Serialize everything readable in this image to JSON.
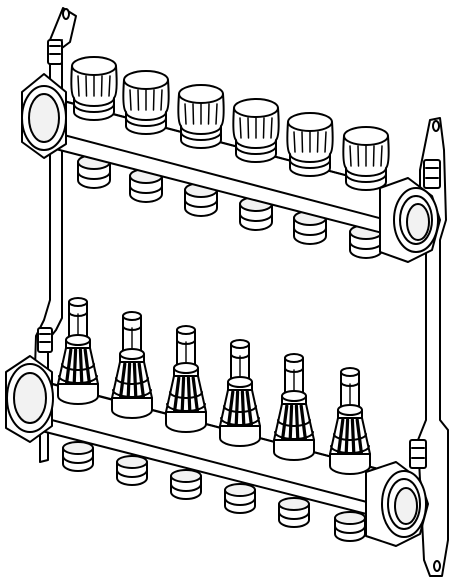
{
  "drawing": {
    "subject": "manifold-assembly",
    "line_color": "#000000",
    "fill_color": "#ffffff",
    "shade_color": "#f2f2f2",
    "upper_manifold": {
      "outlets": 6,
      "fitting": "valve-cap"
    },
    "lower_manifold": {
      "outlets": 6,
      "fitting": "flow-meter"
    },
    "mounting_brackets": 2
  }
}
